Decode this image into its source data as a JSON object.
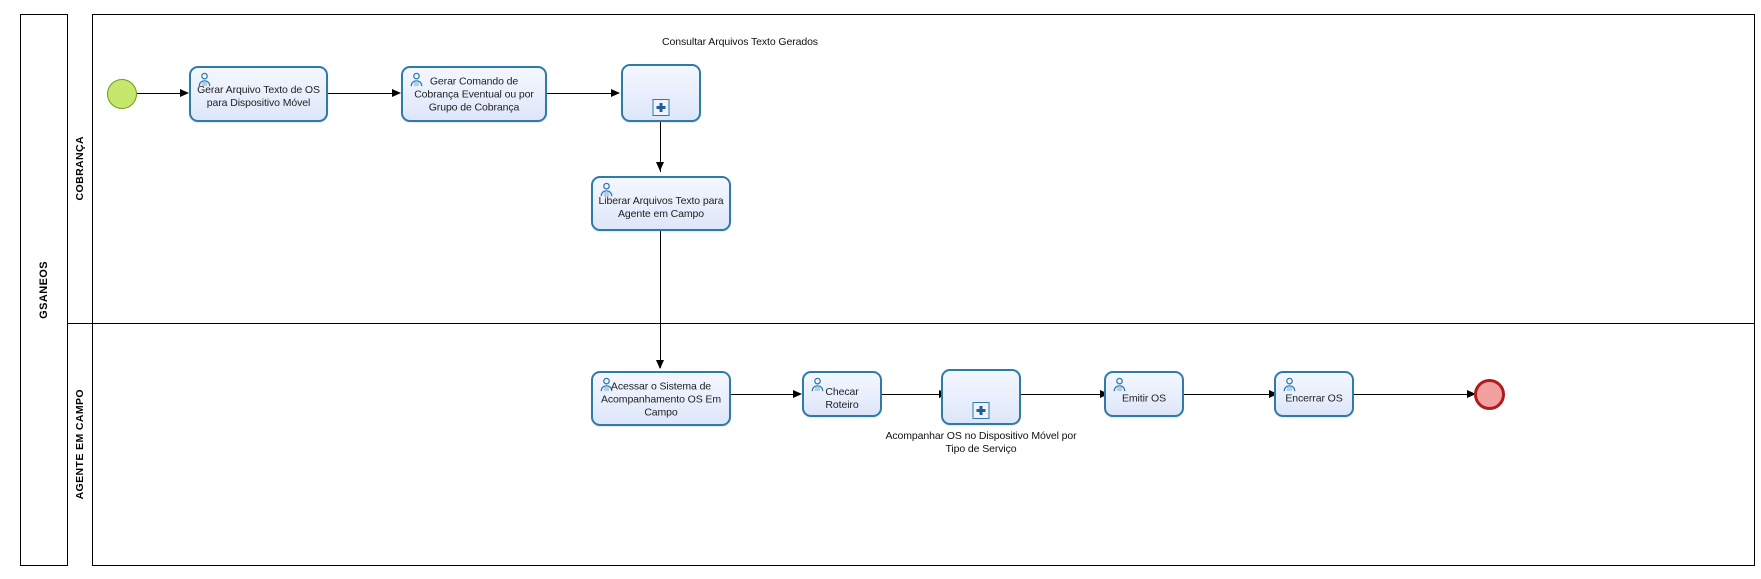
{
  "pool": {
    "name": "GSANEOS"
  },
  "lanes": [
    {
      "name": "COBRANÇA"
    },
    {
      "name": "AGENTE EM CAMPO"
    }
  ],
  "events": {
    "start": {
      "name": "start-event",
      "color": "#c5e86c"
    },
    "end": {
      "name": "end-event",
      "color": "#b01c1c"
    }
  },
  "tasks": {
    "gerar_arquivo": "Gerar Arquivo Texto de OS para Dispositivo Móvel",
    "gerar_comando": "Gerar Comando de Cobrança Eventual ou por Grupo de Cobrança",
    "liberar_arquivos": "Liberar Arquivos Texto para Agente em Campo",
    "acessar_sistema": "Acessar o Sistema de Acompanhamento OS Em Campo",
    "checar_roteiro": "Checar Roteiro",
    "emitir_os": "Emitir OS",
    "encerrar_os": "Encerrar OS"
  },
  "subprocesses": {
    "consultar_arquivos": "Consultar Arquivos Texto Gerados",
    "acompanhar_os": "Acompanhar OS no Dispositivo Móvel por Tipo de Serviço"
  },
  "colors": {
    "task_border": "#2e7aa8",
    "task_fill": "#e8eefc",
    "start_fill": "#c5e86c",
    "end_border": "#b01c1c"
  }
}
